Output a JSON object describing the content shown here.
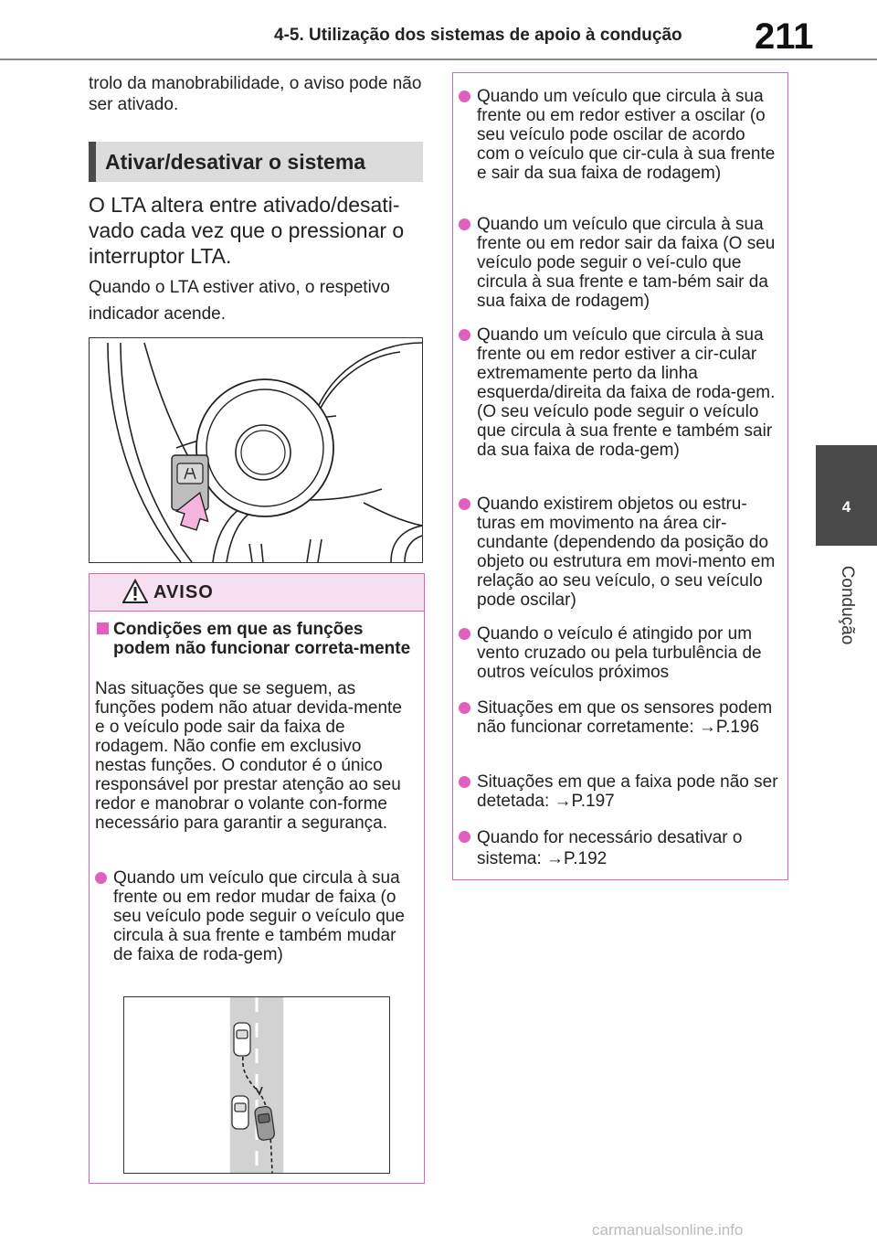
{
  "header": {
    "section_title": "4-5. Utilização dos sistemas de apoio à condução",
    "page_number": "211"
  },
  "side_tab": {
    "number": "4",
    "label": "Condução"
  },
  "left_column": {
    "intro": "trolo da manobrabilidade, o aviso pode não ser ativado.",
    "section_heading": "Ativar/desativar o sistema",
    "lead": "O LTA altera entre ativado/desati-vado cada vez que o pressionar o interruptor LTA.",
    "note": "Quando o LTA estiver ativo, o respetivo indicador acende."
  },
  "warning": {
    "heading": "AVISO",
    "condition_title": "Condições em que as funções podem não funcionar correta-mente",
    "condition_body": "Nas situações que se seguem, as funções podem não atuar devida-mente e o veículo pode sair da faixa de rodagem. Não confie em exclusivo nestas funções. O condutor é o único responsável por prestar atenção ao seu redor e manobrar o volante con-forme necessário para garantir a segurança.",
    "bullet_left": "Quando um veículo que circula à sua frente ou em redor mudar de faixa (o seu veículo pode seguir o veículo que circula à sua frente e também mudar de faixa de roda-gem)"
  },
  "right_column": {
    "bullets": [
      "Quando um veículo que circula à sua frente ou em redor estiver a oscilar (o seu veículo pode oscilar de acordo com o veículo que cir-cula à sua frente e sair da sua faixa de rodagem)",
      "Quando um veículo que circula à sua frente ou em redor sair da faixa (O seu veículo pode seguir o veí-culo que circula à sua frente e tam-bém sair da sua faixa de rodagem)",
      "Quando um veículo que circula à sua frente ou em redor estiver a cir-cular extremamente perto da linha esquerda/direita da faixa de roda-gem. (O seu veículo pode seguir o veículo que circula à sua frente e também sair da sua faixa de roda-gem)",
      "Quando existirem objetos ou estru-turas em movimento na área cir-cundante (dependendo da posição do objeto ou estrutura em movi-mento em relação ao seu veículo, o seu veículo pode oscilar)",
      "Quando o veículo é atingido por um vento cruzado ou pela turbulência de outros veículos próximos",
      "Situações em que os sensores podem não funcionar corretamente: →P.196",
      "Situações em que a faixa pode não ser detetada: →P.197",
      "Quando for necessário desativar o sistema: →P.192"
    ]
  },
  "footer": {
    "watermark": "carmanualsonline.info"
  }
}
